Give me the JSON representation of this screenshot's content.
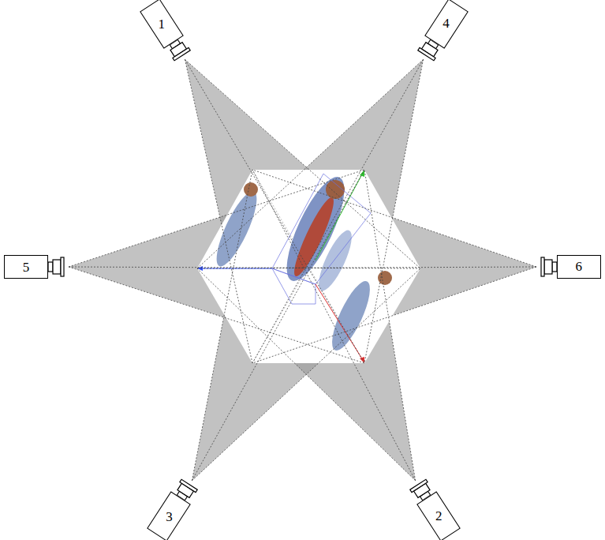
{
  "diagram": {
    "nodes": [
      {
        "text": [
          "1"
        ]
      },
      {
        "text": [
          "4"
        ]
      },
      {
        "text": [
          "5"
        ]
      },
      {
        "text": [
          "6"
        ]
      },
      {
        "text": [
          "3"
        ]
      },
      {
        "text": [
          "2"
        ]
      }
    ]
  }
}
